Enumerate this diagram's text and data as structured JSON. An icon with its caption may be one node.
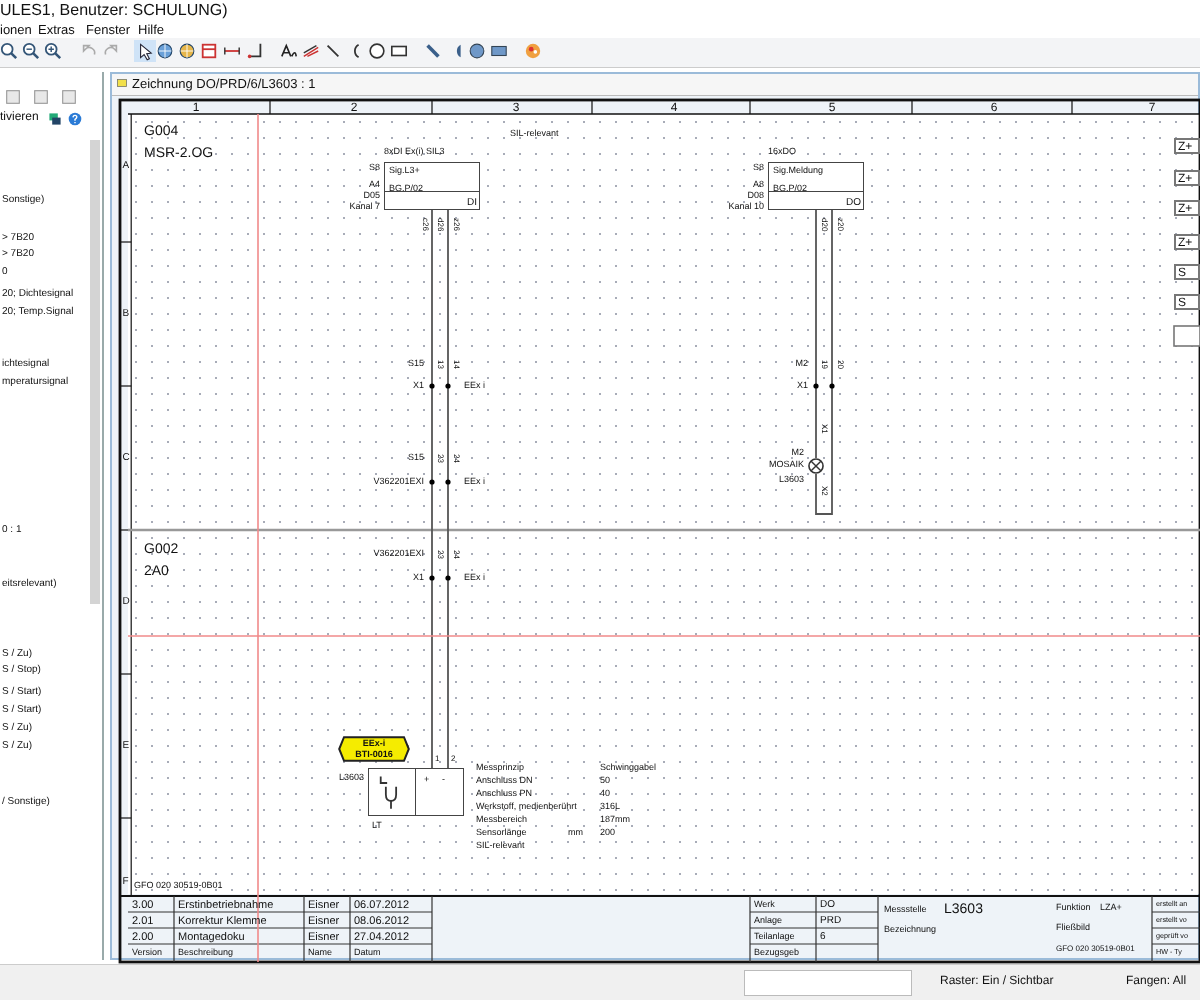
{
  "diagram": {
    "nodes": [
      {
        "text": [
          "Sig.L3+",
          "BG.P/02",
          "DI"
        ],
        "beside": [
          "S8",
          "A4",
          "D05",
          "Kanal 7",
          "8xDI Ex(i) SIL3"
        ]
      },
      {
        "text": [
          "Sig.Meldung",
          "BG.P/02",
          "DO"
        ],
        "beside": [
          "S8",
          "A8",
          "D08",
          "Kanal 10",
          "16xDO"
        ]
      },
      {
        "text": [],
        "shape": "box",
        "beside": [
          "L3603",
          "LT"
        ]
      },
      {
        "text": [
          "EEx-i",
          "BTI-0016"
        ]
      },
      {
        "text": [],
        "shape": "circle",
        "beside": [
          "M2",
          "MOSAIK",
          "L3603"
        ]
      }
    ],
    "edges": [
      {
        "from": 0,
        "to": 2,
        "arrow": "none"
      },
      {
        "from": 0,
        "to": 2,
        "arrow": "none"
      },
      {
        "from": 1,
        "to": 4,
        "arrow": "none"
      },
      {
        "from": 1,
        "to": 4,
        "arrow": "none"
      }
    ],
    "labels": [
      "ULES1, Benutzer: SCHULUNG)",
      "ionen",
      "Extras",
      "Fenster",
      "Hilfe",
      "tivieren",
      "Sonstige)",
      "> 7B20",
      "> 7B20",
      "0",
      "20; Dichtesignal",
      "20; Temp.Signal",
      "ichtesignal",
      "mperatursignal",
      "0 : 1",
      "eitsrelevant)",
      "S / Zu)",
      "S / Stop)",
      "S / Start)",
      "S / Start)",
      "S / Zu)",
      "S / Zu)",
      "/ Sonstige)",
      "Zeichnung DO/PRD/6/L3603 : 1",
      "1",
      "2",
      "3",
      "4",
      "5",
      "6",
      "7",
      "A",
      "B",
      "C",
      "D",
      "E",
      "F",
      "G004",
      "MSR-2.OG",
      "SIL-relevant",
      "c26",
      "d26",
      "z26",
      "S15",
      "13",
      "14",
      "X1",
      "EEx i",
      "S15",
      "23",
      "24",
      "V362201EXI",
      "EEx i",
      "G002",
      "2A0",
      "V362201EXI",
      "23",
      "24",
      "X1",
      "EEx i",
      "d20",
      "z20",
      "M2",
      "19",
      "20",
      "X1",
      "X1",
      "X2",
      "1",
      "2",
      "+",
      "-",
      "Messprinzip",
      "Schwinggabel",
      "Anschluss DN",
      "50",
      "Anschluss PN",
      "40",
      "Werkstoff, medienberührt",
      "316L",
      "Messbereich",
      "187mm",
      "Sensorlänge",
      "mm",
      "200",
      "SIL-relevant",
      "GFO 020 30519-0B01",
      "3.00",
      "Erstinbetriebnahme",
      "Eisner",
      "06.07.2012",
      "2.01",
      "Korrektur Klemme",
      "Eisner",
      "08.06.2012",
      "2.00",
      "Montagedoku",
      "Eisner",
      "27.04.2012",
      "Version",
      "Beschreibung",
      "Name",
      "Datum",
      "Werk",
      "DO",
      "Anlage",
      "PRD",
      "Teilanlage",
      "6",
      "Bezugsgeb",
      "Messstelle",
      "L3603",
      "Funktion",
      "LZA+",
      "Bezeichnung",
      "Fließbild",
      "GFO 020 30519-0B01",
      "erstellt an",
      "erstellt vo",
      "geprüft vo",
      "HW - Ty",
      "Raster: Ein / Sichtbar",
      "Fangen: All",
      "Z+",
      "Z+",
      "Z+",
      "Z+",
      "S",
      "S"
    ]
  }
}
